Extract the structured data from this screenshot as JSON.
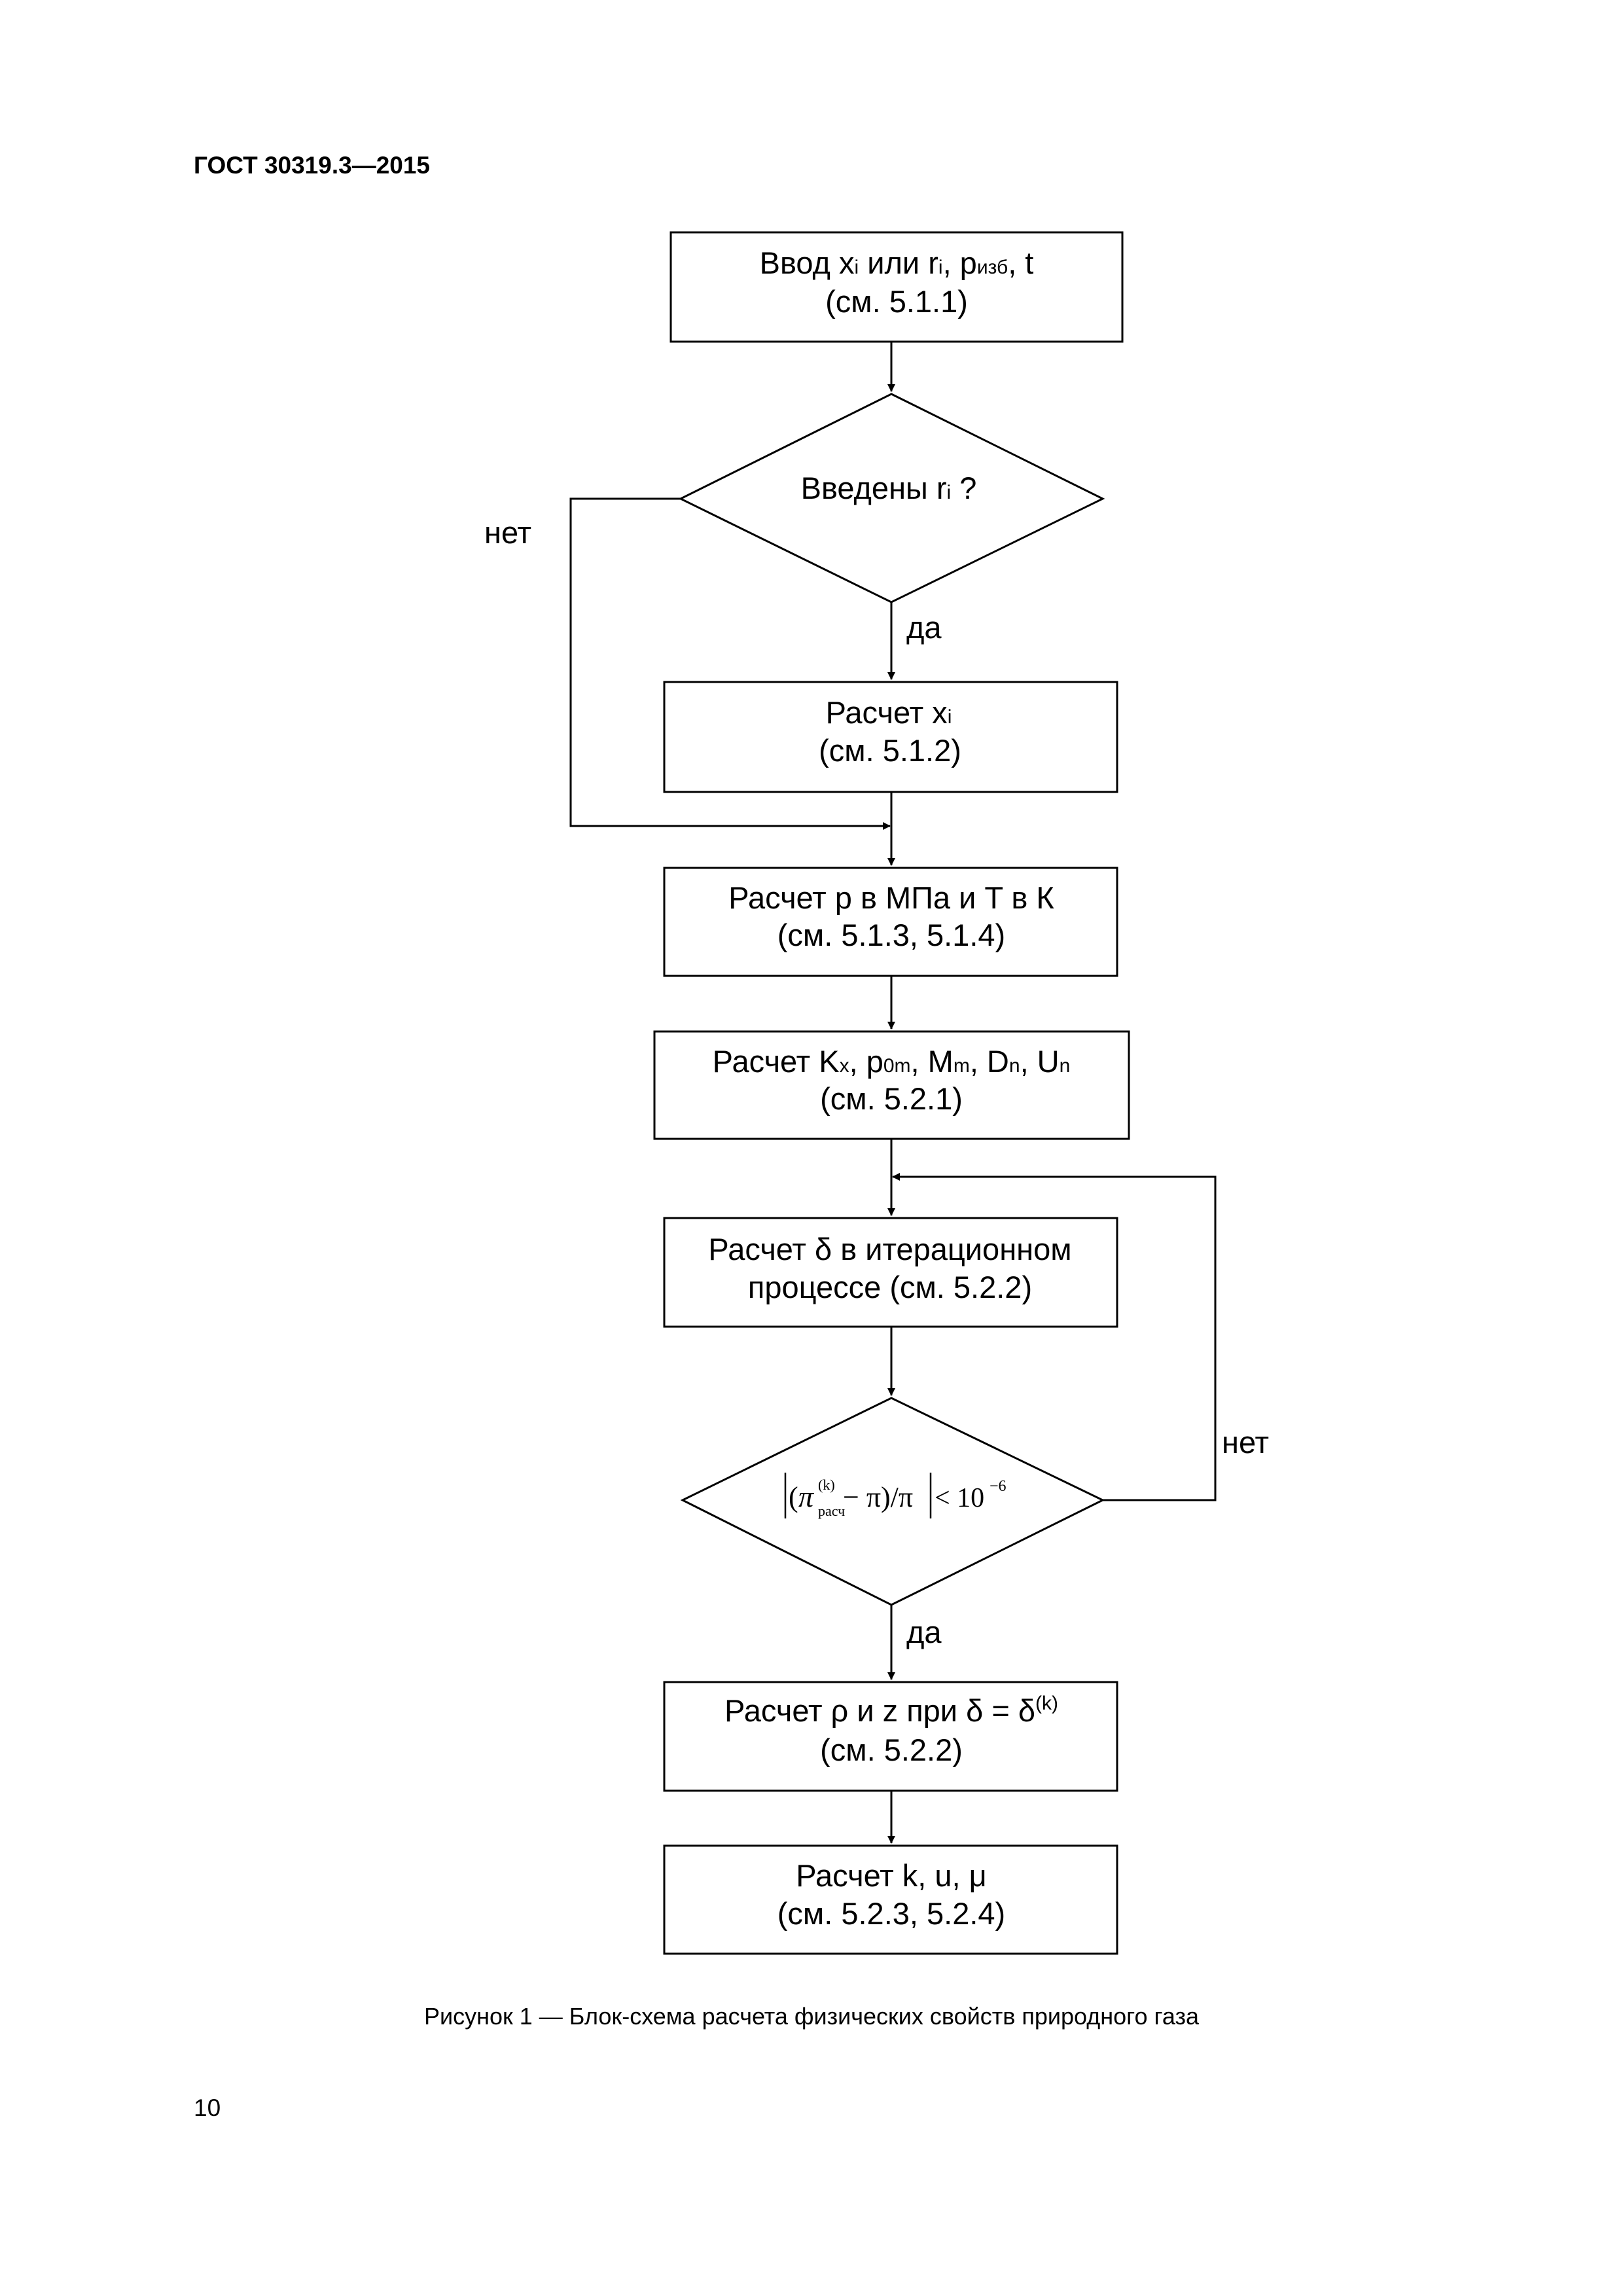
{
  "header": "ГОСТ 30319.3—2015",
  "page_number": "10",
  "caption": "Рисунок 1 — Блок-схема расчета физических свойств природного газа",
  "flowchart": {
    "box_input": {
      "text_a": "Ввод x",
      "sub_a": "i",
      "text_b": " или r",
      "sub_b": "i",
      "text_c": ", p",
      "sub_c": "изб",
      "text_d": ", t",
      "line2": "(см. 5.1.1)"
    },
    "decision1": {
      "text": "Введены r",
      "sub": "i",
      "tail": " ?"
    },
    "label_no_1": "нет",
    "label_yes_1": "да",
    "box_xi": {
      "text": "Расчет x",
      "sub": "i",
      "line2": "(см. 5.1.2)"
    },
    "box_pT": {
      "line1": "Расчет p в МПа и T в К",
      "line2": "(см. 5.1.3, 5.1.4)"
    },
    "box_kx": {
      "t1": "Расчет K",
      "s1": "x",
      "t2": ", p",
      "s2": "0m",
      "t3": ", M",
      "s3": "m",
      "t4": ", D",
      "s4": "n",
      "t5": ", U",
      "s5": "n",
      "line2": "(см. 5.2.1)"
    },
    "box_delta": {
      "line1": "Расчет δ в итерационном",
      "line2": "процессе (см. 5.2.2)"
    },
    "decision2": {
      "pi": "π",
      "sup": "(k)",
      "sub": "расч",
      "rest": " − π)/π",
      "lt": " < 10",
      "exp": "−6"
    },
    "label_no_2": "нет",
    "label_yes_2": "да",
    "box_rho": {
      "text": "Расчет ρ и z при δ = δ",
      "sup": "(k)",
      "line2": "(см. 5.2.2)"
    },
    "box_kum": {
      "line1": "Расчет k, u, μ",
      "line2": "(см. 5.2.3, 5.2.4)"
    }
  }
}
